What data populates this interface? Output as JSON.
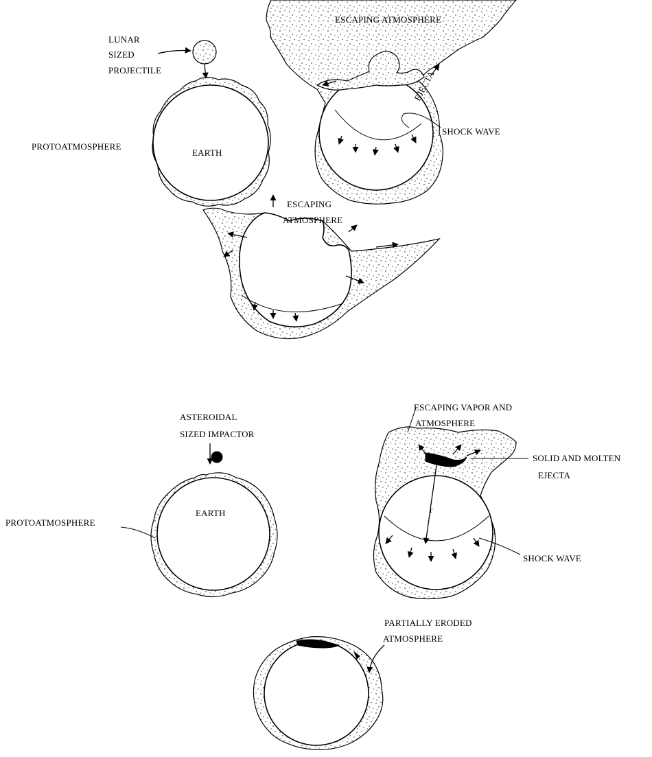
{
  "panels": {
    "lunar_pre": {
      "projectile_label": [
        "LUNAR",
        "SIZED",
        "PROJECTILE"
      ],
      "atmosphere_label": "PROTOATMOSPHERE",
      "planet_label": "EARTH"
    },
    "lunar_impact": {
      "escaping_label": "ESCAPING ATMOSPHERE",
      "ejecta_label": "EJECTA",
      "shock_label": "SHOCK WAVE"
    },
    "lunar_post": {
      "escaping_label": [
        "ESCAPING",
        "ATMOSPHERE"
      ]
    },
    "asteroid_pre": {
      "impactor_label": [
        "ASTEROIDAL",
        "SIZED IMPACTOR"
      ],
      "atmosphere_label": "PROTOATMOSPHERE",
      "planet_label": "EARTH"
    },
    "asteroid_impact": {
      "vapor_label": [
        "ESCAPING VAPOR AND",
        "ATMOSPHERE"
      ],
      "ejecta_label": [
        "SOLID AND MOLTEN",
        "EJECTA"
      ],
      "radius_label": "r",
      "shock_label": "SHOCK WAVE"
    },
    "asteroid_post": {
      "eroded_label": [
        "PARTIALLY ERODED",
        "ATMOSPHERE"
      ]
    }
  }
}
